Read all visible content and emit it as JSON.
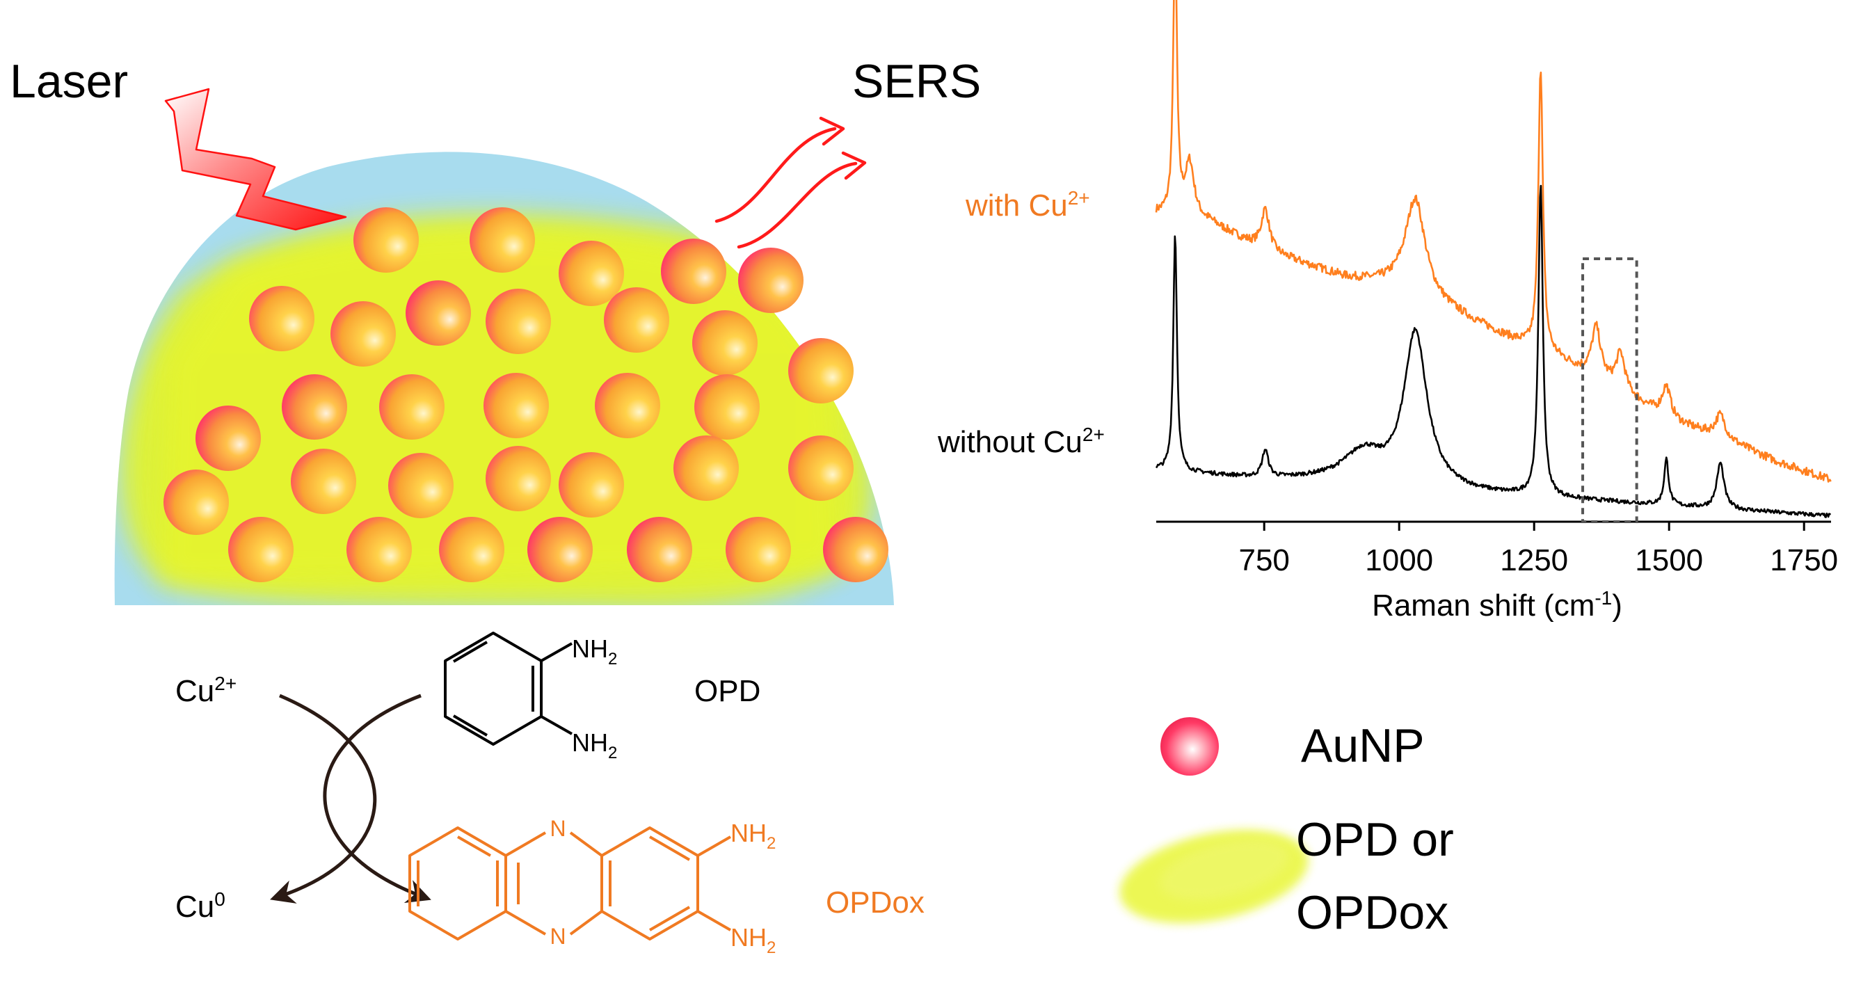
{
  "labels": {
    "laser": "Laser",
    "sers": "SERS"
  },
  "reaction": {
    "cu2_base": "Cu",
    "cu2_sup": "2+",
    "cu0_base": "Cu",
    "cu0_sup": "0",
    "opd_name": "OPD",
    "opd_nh2_1": "NH",
    "opd_nh2_1_sub": "2",
    "opd_nh2_2": "NH",
    "opd_nh2_2_sub": "2",
    "opdox_name": "OPDox",
    "opdox_n_top": "N",
    "opdox_n_bottom": "N",
    "opdox_nh2_1": "NH",
    "opdox_nh2_1_sub": "2",
    "opdox_nh2_2": "NH",
    "opdox_nh2_2_sub": "2"
  },
  "legend": {
    "aunp": "AuNP",
    "opd_line1": "OPD or",
    "opd_line2": "OPDox"
  },
  "colors": {
    "drop_blue": "#a8dcee",
    "opd_yellow": "#e6f51e",
    "particle_orange": "#f7a53a",
    "particle_red": "#ff3b66",
    "orange_text": "#f07a22",
    "spectrum_orange": "#ff7f1e",
    "spectrum_black": "#000000",
    "laser_red": "#ff1a1a"
  },
  "chart_data": {
    "type": "line",
    "xlabel_base": "Raman shift (cm",
    "xlabel_sup": "-1",
    "xlabel_end": ")",
    "xlim": [
      550,
      1800
    ],
    "x_ticks": [
      750,
      1000,
      1250,
      1500,
      1750
    ],
    "y_axis_visible": false,
    "highlight_box_x": [
      1340,
      1440
    ],
    "series": [
      {
        "name_base": "with Cu",
        "name_sup": "2+",
        "color": "#ff7f1e",
        "baseline": [
          [
            550,
            0.58
          ],
          [
            650,
            0.56
          ],
          [
            750,
            0.5
          ],
          [
            900,
            0.44
          ],
          [
            1000,
            0.42
          ],
          [
            1200,
            0.31
          ],
          [
            1300,
            0.26
          ],
          [
            1400,
            0.2
          ],
          [
            1500,
            0.13
          ],
          [
            1600,
            0.09
          ],
          [
            1700,
            0.04
          ],
          [
            1800,
            0.0
          ]
        ],
        "peaks": [
          {
            "x": 585,
            "h": 0.62,
            "w": 4
          },
          {
            "x": 612,
            "h": 0.12,
            "w": 10
          },
          {
            "x": 752,
            "h": 0.09,
            "w": 9
          },
          {
            "x": 1030,
            "h": 0.21,
            "w": 22
          },
          {
            "x": 1262,
            "h": 0.62,
            "w": 5
          },
          {
            "x": 1365,
            "h": 0.11,
            "w": 10
          },
          {
            "x": 1410,
            "h": 0.08,
            "w": 10
          },
          {
            "x": 1495,
            "h": 0.07,
            "w": 10
          },
          {
            "x": 1595,
            "h": 0.05,
            "w": 11
          }
        ]
      },
      {
        "name_base": "without Cu",
        "name_sup": "2+",
        "color": "#000000",
        "baseline": [
          [
            550,
            0.1
          ],
          [
            650,
            0.09
          ],
          [
            750,
            0.08
          ],
          [
            900,
            0.08
          ],
          [
            1000,
            0.06
          ],
          [
            1250,
            0.04
          ],
          [
            1400,
            0.03
          ],
          [
            1800,
            0.0
          ]
        ],
        "peaks": [
          {
            "x": 585,
            "h": 0.52,
            "w": 4
          },
          {
            "x": 752,
            "h": 0.06,
            "w": 7
          },
          {
            "x": 935,
            "h": 0.06,
            "w": 40
          },
          {
            "x": 1030,
            "h": 0.34,
            "w": 26
          },
          {
            "x": 1262,
            "h": 0.68,
            "w": 5
          },
          {
            "x": 1495,
            "h": 0.1,
            "w": 5
          },
          {
            "x": 1595,
            "h": 0.1,
            "w": 8
          }
        ]
      }
    ]
  }
}
